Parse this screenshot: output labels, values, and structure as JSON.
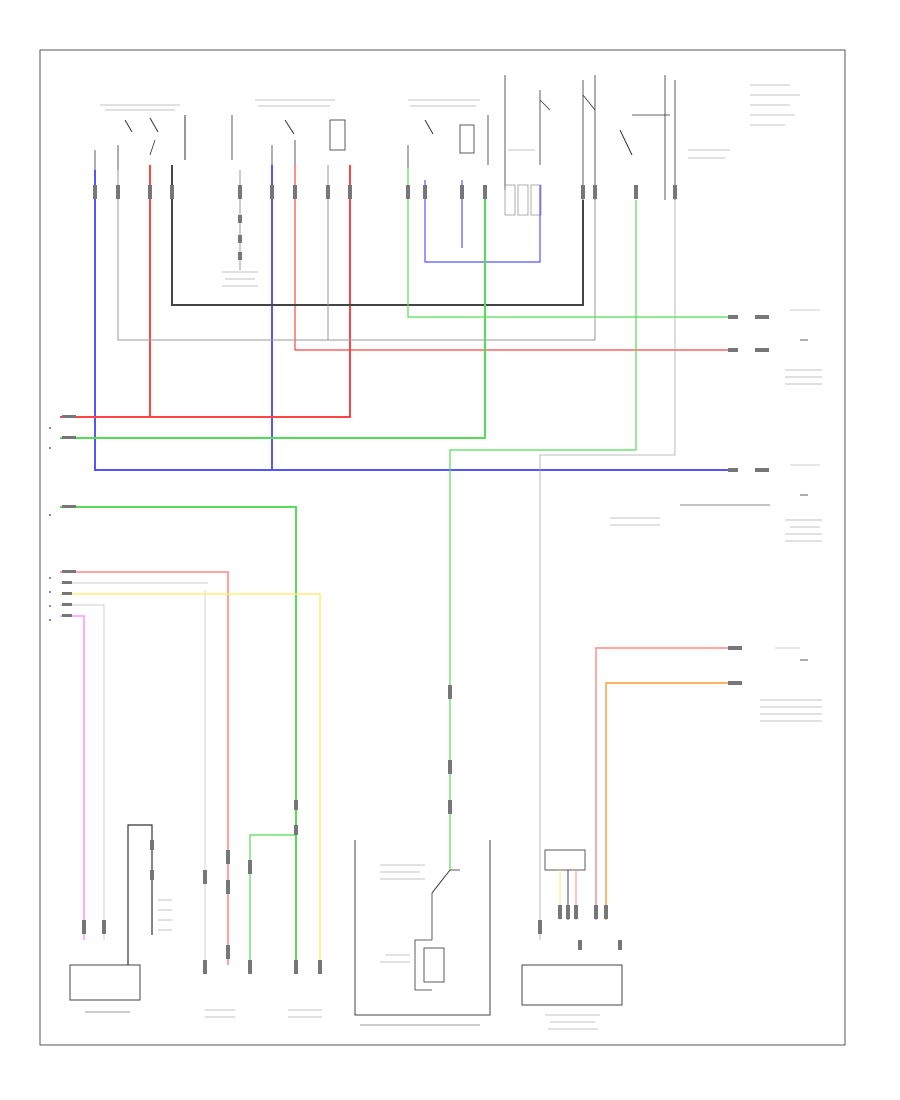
{
  "footer_code": "",
  "colors": {
    "blue": "#5555ff",
    "red": "#ff4444",
    "green": "#55dd55",
    "black": "#444444",
    "gray": "#aaaaaa",
    "pink": "#ff99ff",
    "yellow": "#ffee77",
    "orange": "#ff9933",
    "lightgray": "#cccccc",
    "pinkred": "#ff8888"
  },
  "components": [
    {
      "id": "ac-sw-1",
      "label": ""
    },
    {
      "id": "ac-sw-2",
      "label": ""
    },
    {
      "id": "ac-sw-3",
      "label": ""
    },
    {
      "id": "relay-1",
      "label": ""
    },
    {
      "id": "relay-2",
      "label": ""
    },
    {
      "id": "relay-3",
      "label": ""
    },
    {
      "id": "engine-ecm",
      "label": ""
    },
    {
      "id": "powertrain-ecm",
      "label": ""
    },
    {
      "id": "sound-transmitter",
      "label": ""
    },
    {
      "id": "sensor-1",
      "label": ""
    },
    {
      "id": "sensor-2",
      "label": ""
    },
    {
      "id": "compressor-clutch",
      "label": ""
    },
    {
      "id": "engine-control-module",
      "label": ""
    }
  ]
}
